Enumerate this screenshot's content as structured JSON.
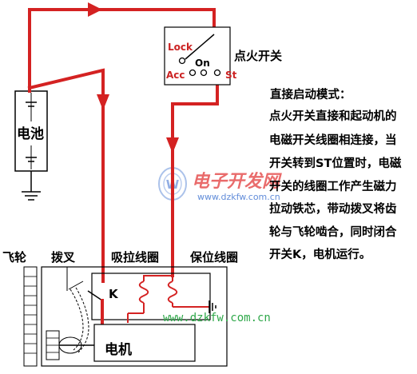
{
  "labels": {
    "switch_title": "点火开关",
    "lock": "Lock",
    "on": "On",
    "acc": "Acc",
    "st": "St",
    "battery": "电池",
    "flywheel": "飞轮",
    "fork": "拨叉",
    "pull_coil": "吸拉线圈",
    "hold_coil": "保位线圈",
    "k_switch": "K",
    "motor": "电机"
  },
  "description": {
    "title": "直接启动模式：",
    "lines": [
      "点火开关直接和起动机的",
      "电磁开关线圈相连接，当",
      "开关转到ST位置时，电磁",
      "开关的线圈工作产生磁力",
      "拉动铁芯，带动拨叉将齿",
      "轮与飞轮啮合，同时闭合",
      "开关K，电机运行。"
    ]
  },
  "watermark": {
    "brand": "电子开发网",
    "url": "www.dzkfw.com.cn"
  },
  "colors": {
    "wire": "#d42222",
    "outline": "#000000",
    "watermark_red": "#e23a3a",
    "watermark_blue": "#3a6fd0",
    "watermark_green": "#2fa84a"
  }
}
